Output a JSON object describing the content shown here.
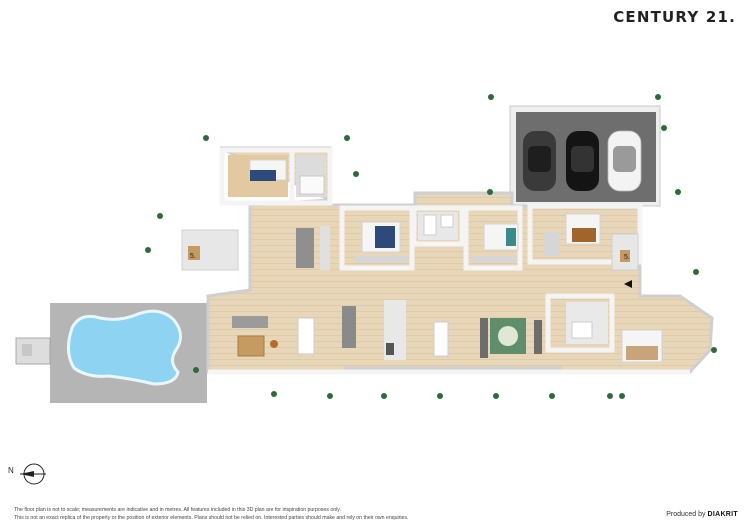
{
  "brand": {
    "logo_text": "CENTURY 21."
  },
  "plan": {
    "room_marks": [
      "5.",
      "5."
    ]
  },
  "compass": {
    "north_label": "N"
  },
  "footer": {
    "disclaimer_line1": "The floor plan is not to scale; measurements are indicative and in metres. All features included in this 3D plan are for inspiration purposes only.",
    "disclaimer_line2": "This is not an exact replica of the property or the position of exterior elements. Plans should not be relied on. Interested parties should make and rely on their own enquiries.",
    "produced_by_label": "Produced by",
    "producer_name": "DIAKRIT"
  },
  "colors": {
    "floor": "#e6d3b4",
    "wall": "#f2f2f2",
    "wall_edge": "#c8c8c8",
    "garage_floor": "#6e6e6e",
    "pool_surround": "#b9b9b9",
    "pool_water": "#8fd3f2",
    "tree": "#2f6a3a"
  }
}
